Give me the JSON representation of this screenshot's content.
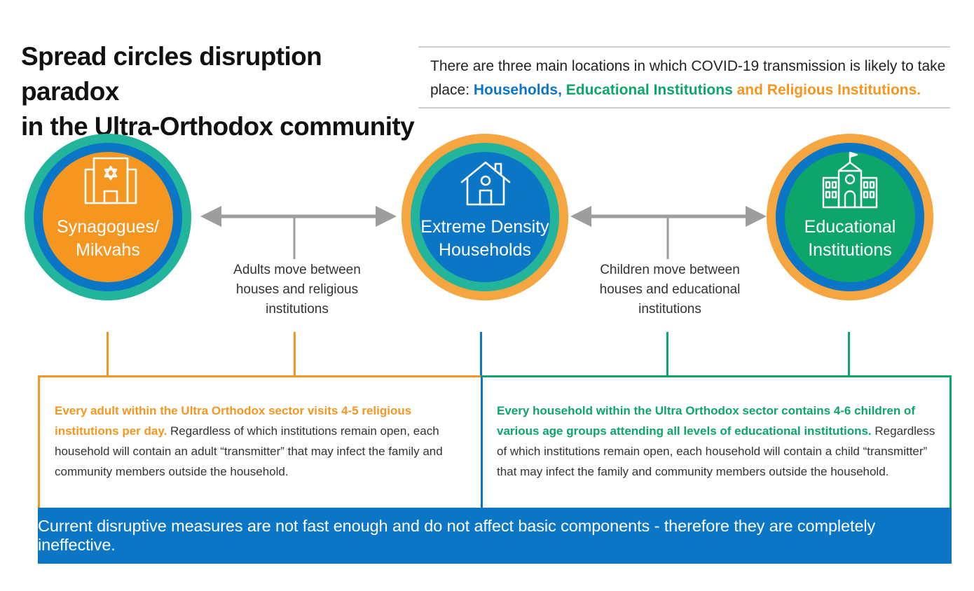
{
  "title": {
    "line1": "Spread circles disruption paradox",
    "line2": "in the Ultra-Orthodox community"
  },
  "intro": {
    "text": "There are three main locations in which COVID-19 transmission is likely to take place:",
    "households": "Households,",
    "educational": "Educational Institutions",
    "and": "and",
    "religious": "Religious Institutions."
  },
  "nodes": [
    {
      "id": "synagogues",
      "label": "Synagogues/\nMikvahs",
      "icon": "synagogue-icon",
      "fill": "#f49620",
      "inner_ring": "#0b76c5",
      "outer_ring": "#22b59b"
    },
    {
      "id": "households",
      "label": "Extreme Density\nHouseholds",
      "icon": "house-icon",
      "fill": "#0b76c5",
      "inner_ring": "#22b59b",
      "outer_ring": "#f5a640"
    },
    {
      "id": "educational",
      "label": "Educational\nInstitutions",
      "icon": "school-icon",
      "fill": "#0ea56b",
      "inner_ring": "#0b76c5",
      "outer_ring": "#f5a640"
    }
  ],
  "links": [
    {
      "from": "synagogues",
      "to": "households",
      "label": "Adults move between\nhouses and religious\ninstitutions"
    },
    {
      "from": "households",
      "to": "educational",
      "label": "Children move between\nhouses and educational\ninstitutions"
    }
  ],
  "panels": {
    "left": {
      "lead": "Every adult within the Ultra Orthodox sector visits 4-5 religious institutions per day.",
      "body": "Regardless of which institutions remain open, each household will contain an adult “transmitter” that may infect the family and community members outside the household."
    },
    "right": {
      "lead": "Every household within the Ultra Orthodox sector contains 4-6 children of various age groups attending all levels of educational institutions.",
      "body": "Regardless of which institutions remain open, each household will contain a child “transmitter” that may infect the family and community members outside the household."
    }
  },
  "banner": {
    "text": "Current disruptive measures are not fast enough and do not affect basic components - therefore they are completely ineffective."
  },
  "colors": {
    "orange": "#f49620",
    "blue": "#0b76c5",
    "teal": "#22b59b",
    "green": "#0ea56b",
    "grey_arrow": "#9d9d9d"
  }
}
